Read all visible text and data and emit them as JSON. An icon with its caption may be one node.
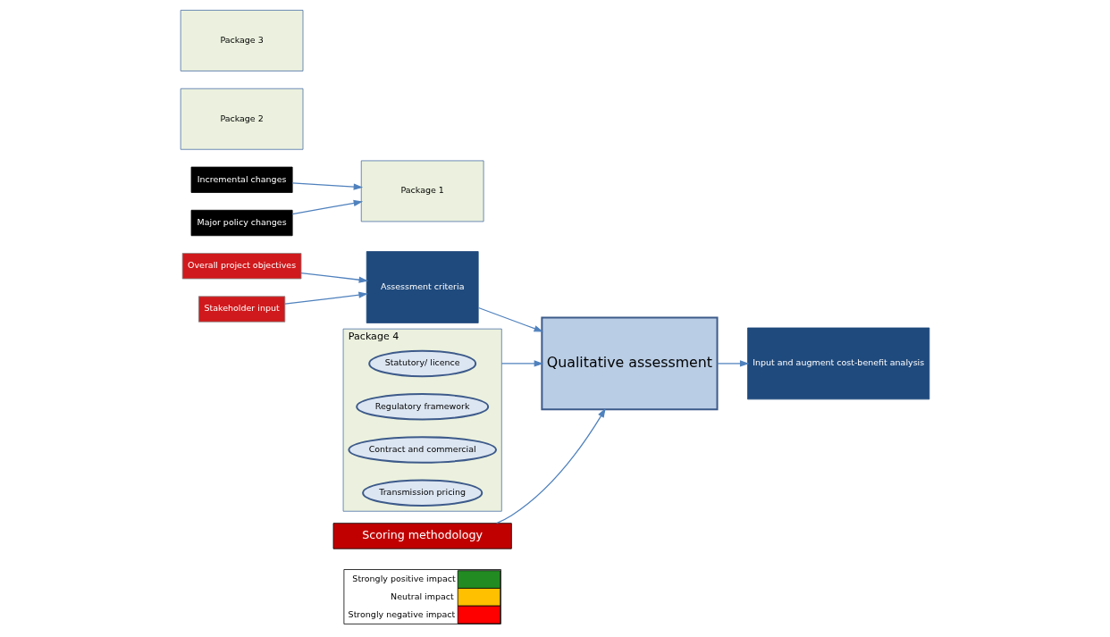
{
  "diagram": {
    "nodes": [
      {
        "text": [
          "Overall project objectives"
        ]
      },
      {
        "text": [
          "Stakeholder input"
        ]
      },
      {
        "text": [
          "Assessment criteria"
        ]
      },
      {
        "text": [
          "Incremental changes"
        ]
      },
      {
        "text": [
          "Major policy changes"
        ]
      },
      {
        "text": [
          "Package 1"
        ]
      },
      {
        "text": [
          "Package 2"
        ]
      },
      {
        "text": [
          "Package 3"
        ]
      },
      {
        "text": [
          "Package 4"
        ]
      },
      {
        "text": [
          "Statutory/ licence"
        ],
        "in": 8
      },
      {
        "text": [
          "Regulatory framework"
        ],
        "in": 8
      },
      {
        "text": [
          "Contract and commercial"
        ],
        "in": 8
      },
      {
        "text": [
          "Transmission pricing"
        ],
        "in": 8
      },
      {
        "text": [
          "Qualitative assessment"
        ]
      },
      {
        "text": [
          "Input and augment cost-benefit analysis"
        ]
      },
      {
        "text": [
          "Scoring methodology"
        ]
      }
    ],
    "edges": [
      {
        "from": 0,
        "to": 2,
        "arrow": "to"
      },
      {
        "from": 1,
        "to": 2,
        "arrow": "to"
      },
      {
        "from": 3,
        "to": 5,
        "arrow": "to"
      },
      {
        "from": 4,
        "to": 5,
        "arrow": "to"
      },
      {
        "from": 8,
        "to": 13,
        "arrow": "to"
      },
      {
        "from": 2,
        "to": 13,
        "arrow": "to"
      },
      {
        "from": 13,
        "to": 14,
        "arrow": "to"
      },
      {
        "from": 15,
        "to": 13,
        "arrow": "to"
      }
    ],
    "legend": [
      {
        "text": "Strongly positive impact",
        "color": "#228b22"
      },
      {
        "text": "Neutral impact",
        "color": "#ffc000"
      },
      {
        "text": "Strongly negative impact",
        "color": "#ff0000"
      }
    ]
  }
}
